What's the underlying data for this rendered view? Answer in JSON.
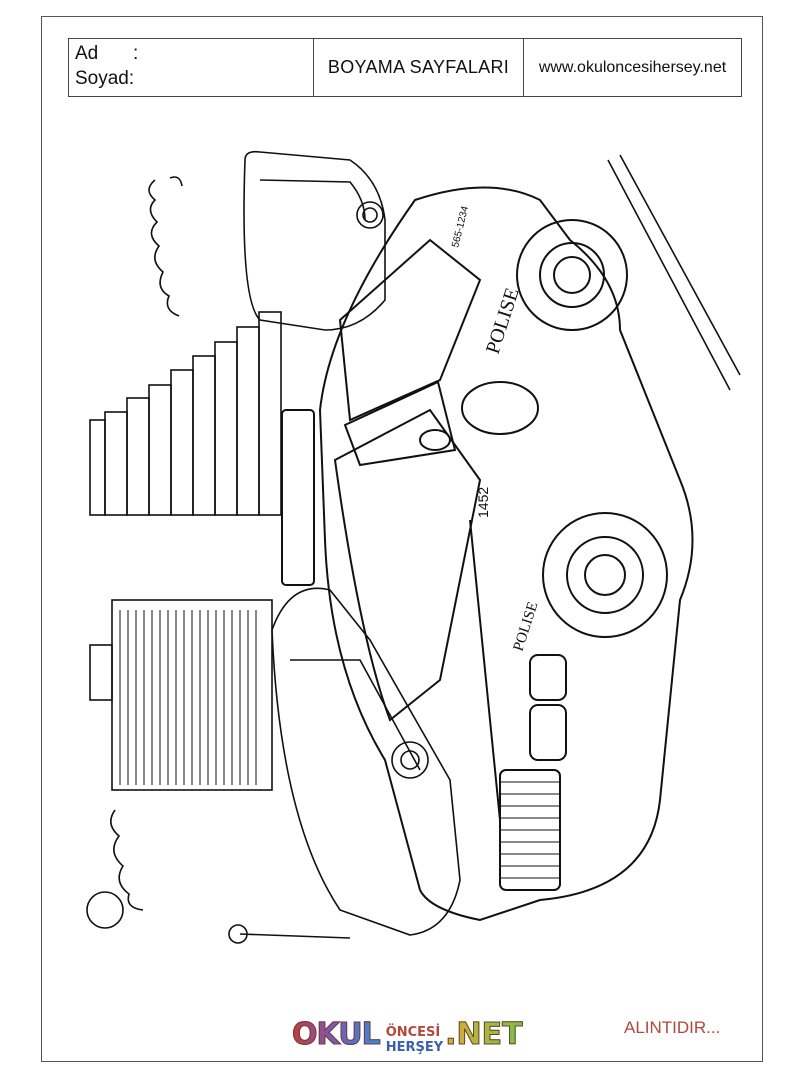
{
  "header": {
    "name_label": "Ad",
    "name_colon": ":",
    "surname_label": "Soyad:",
    "title": "BOYAMA SAYFALARI",
    "website": "www.okuloncesihersey.net"
  },
  "artwork": {
    "police_text_roof": "POLISE",
    "police_text_door": "POLISE",
    "car_number": "1452",
    "plate_text": "565-1234"
  },
  "footer": {
    "logo_main": "OKUL",
    "logo_top": "ÖNCESİ",
    "logo_bottom": "HERŞEY",
    "logo_net": ".NET",
    "credit": "ALINTIDIR..."
  }
}
